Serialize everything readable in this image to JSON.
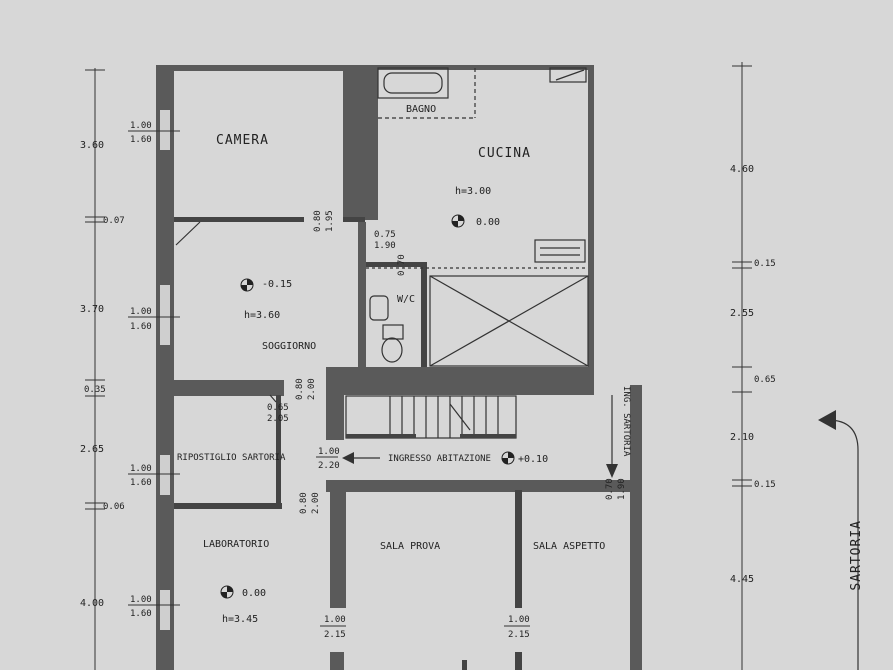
{
  "rooms": {
    "camera": "CAMERA",
    "bagno": "BAGNO",
    "cucina": "CUCINA",
    "wc": "W/C",
    "soggiorno": "SOGGIORNO",
    "ripostiglio": "RIPOSTIGLIO SARTORIA",
    "ingresso": "INGRESSO ABITAZIONE",
    "ing_sartoria": "ING. SARTORIA",
    "laboratorio": "LABORATORIO",
    "sala_prova": "SALA PROVA",
    "sala_aspetto": "SALA ASPETTO",
    "sartoria": "SARTORIA"
  },
  "levels": {
    "cucina_h": "h=3.00",
    "cucina_level": "0.00",
    "soggiorno_level": "-0.15",
    "soggiorno_h": "h=3.60",
    "ingresso_level": "+0.10",
    "laboratorio_level": "0.00",
    "laboratorio_h": "h=3.45"
  },
  "left_dims": [
    "3.60",
    "0.07",
    "3.70",
    "0.35",
    "2.65",
    "0.06",
    "4.00"
  ],
  "right_dims": [
    "4.60",
    "0.15",
    "2.55",
    "0.65",
    "2.10",
    "0.15",
    "4.45"
  ],
  "windows": {
    "camera": [
      "1.00",
      "1.60"
    ],
    "soggiorno": [
      "1.00",
      "1.60"
    ],
    "ripostiglio": [
      "1.00",
      "1.60"
    ],
    "laboratorio": [
      "1.00",
      "1.60"
    ],
    "ingresso": [
      "1.00",
      "2.20"
    ],
    "sala_prova": [
      "1.00",
      "2.15"
    ],
    "sala_aspetto": [
      "1.00",
      "2.15"
    ]
  },
  "doors": {
    "camera": [
      "0.80",
      "1.95"
    ],
    "wc_a": [
      "0.75",
      "1.90"
    ],
    "wc_b": [
      "0.70"
    ],
    "soggiorno": [
      "0.80",
      "2.00"
    ],
    "ripostiglio": [
      "0.65",
      "2.05"
    ],
    "laboratorio": [
      "0.80",
      "2.00"
    ],
    "sartoria": [
      "0.70",
      "1.90"
    ]
  }
}
